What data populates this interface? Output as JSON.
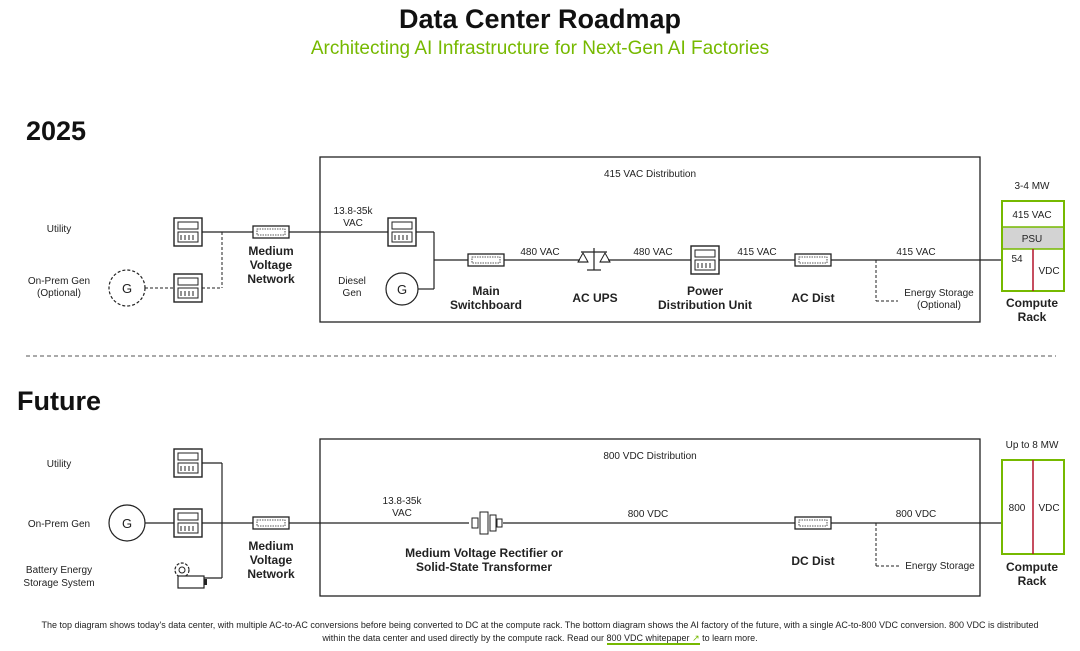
{
  "header": {
    "title": "Data Center Roadmap",
    "subtitle": "Architecting AI Infrastructure for Next-Gen AI Factories"
  },
  "top": {
    "heading": "2025",
    "box_label": "415 VAC Distribution",
    "utility": "Utility",
    "onprem_l1": "On-Prem Gen",
    "onprem_l2": "(Optional)",
    "gen_letter": "G",
    "mvn_l1": "Medium",
    "mvn_l2": "Voltage",
    "mvn_l3": "Network",
    "in_v1": "13.8-35k",
    "in_v2": "VAC",
    "diesel_l1": "Diesel",
    "diesel_l2": "Gen",
    "main_l1": "Main",
    "main_l2": "Switchboard",
    "v480a": "480 VAC",
    "ups": "AC UPS",
    "v480b": "480 VAC",
    "pdu_l1": "Power",
    "pdu_l2": "Distribution Unit",
    "v415a": "415 VAC",
    "acdist": "AC Dist",
    "v415b": "415 VAC",
    "es_l1": "Energy Storage",
    "es_l2": "(Optional)",
    "rack_power": "3-4 MW",
    "rack_v": "415 VAC",
    "psu": "PSU",
    "rack_54": "54",
    "rack_vdc": "VDC",
    "rack_l1": "Compute",
    "rack_l2": "Rack"
  },
  "bottom": {
    "heading": "Future",
    "box_label": "800 VDC Distribution",
    "utility": "Utility",
    "onprem": "On-Prem Gen",
    "gen_letter": "G",
    "bess_l1": "Battery Energy",
    "bess_l2": "Storage System",
    "mvn_l1": "Medium",
    "mvn_l2": "Voltage",
    "mvn_l3": "Network",
    "in_v1": "13.8-35k",
    "in_v2": "VAC",
    "rect_l1": "Medium Voltage Rectifier or",
    "rect_l2": "Solid-State Transformer",
    "v800a": "800 VDC",
    "dcdist": "DC Dist",
    "v800b": "800 VDC",
    "es": "Energy Storage",
    "rack_power": "Up to 8 MW",
    "rack_800": "800",
    "rack_vdc": "VDC",
    "rack_l1": "Compute",
    "rack_l2": "Rack"
  },
  "caption": {
    "line1": "The top diagram shows today's data center, with multiple AC-to-AC conversions before being converted to DC at the compute rack. The bottom diagram shows the AI factory of the future, with a single AC-to-800 VDC conversion. 800 VDC is distributed",
    "line2_pre": "within the data center and used directly by the compute rack. Read our",
    "link": "800 VDC whitepaper",
    "line2_post": "to learn more."
  },
  "colors": {
    "accent": "#76b900",
    "psu_fill": "#d3d3d3",
    "rack_divider": "#b3122a"
  }
}
